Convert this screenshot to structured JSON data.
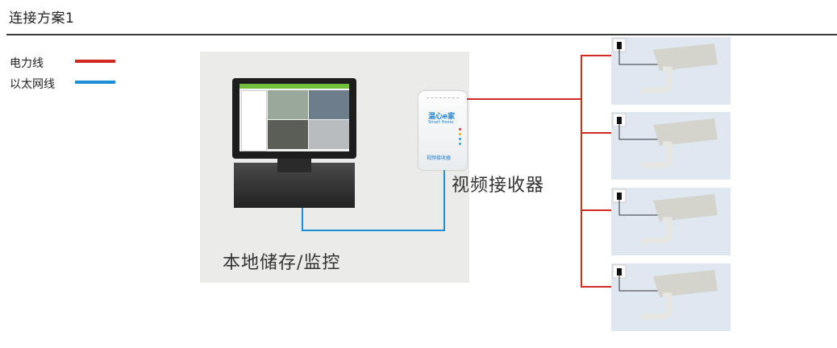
{
  "header": {
    "title": "连接方案1"
  },
  "legend": [
    {
      "label": "电力线",
      "color": "#d12a25"
    },
    {
      "label": "以太网线",
      "color": "#1b8fd6"
    }
  ],
  "storage": {
    "label": "本地储存/监控"
  },
  "receiver": {
    "label": "视频接收器",
    "brand": "温心e家",
    "brand_sub": "Smart Home",
    "device_text": "视频接收器"
  },
  "cameras": [
    {
      "id": 1
    },
    {
      "id": 2
    },
    {
      "id": 3
    },
    {
      "id": 4
    }
  ]
}
